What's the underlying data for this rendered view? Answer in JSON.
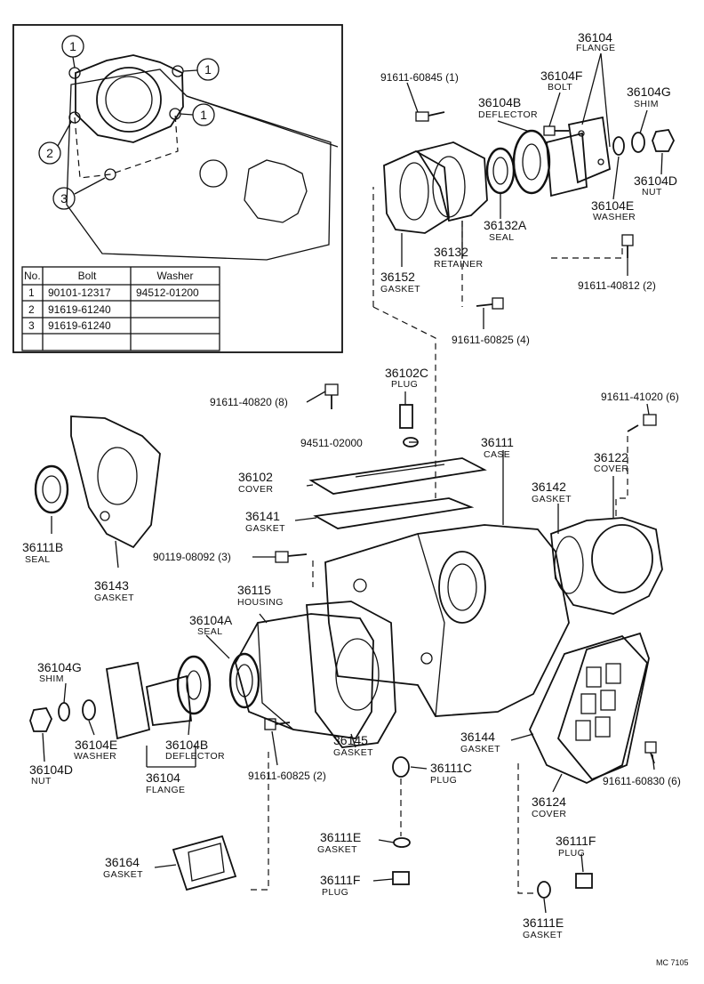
{
  "parts": [
    {
      "id": "p36104",
      "num": "36104",
      "sub": "FLANGE"
    },
    {
      "id": "p36104F",
      "num": "36104F",
      "sub": "BOLT"
    },
    {
      "id": "p36104G_top",
      "num": "36104G",
      "sub": "SHIM"
    },
    {
      "id": "p36104B_top",
      "num": "36104B",
      "sub": "DEFLECTOR"
    },
    {
      "id": "p36104D_top",
      "num": "36104D",
      "sub": "NUT"
    },
    {
      "id": "p36104E_top",
      "num": "36104E",
      "sub": "WASHER"
    },
    {
      "id": "p36132A",
      "num": "36132A",
      "sub": "SEAL"
    },
    {
      "id": "p36132",
      "num": "36132",
      "sub": "RETAINER"
    },
    {
      "id": "p36152",
      "num": "36152",
      "sub": "GASKET"
    },
    {
      "id": "p36102C",
      "num": "36102C",
      "sub": "PLUG"
    },
    {
      "id": "p36111",
      "num": "36111",
      "sub": "CASE"
    },
    {
      "id": "p36122",
      "num": "36122",
      "sub": "COVER"
    },
    {
      "id": "p36102",
      "num": "36102",
      "sub": "COVER"
    },
    {
      "id": "p36141",
      "num": "36141",
      "sub": "GASKET"
    },
    {
      "id": "p36142",
      "num": "36142",
      "sub": "GASKET"
    },
    {
      "id": "p36111B",
      "num": "36111B",
      "sub": "SEAL"
    },
    {
      "id": "p36143",
      "num": "36143",
      "sub": "GASKET"
    },
    {
      "id": "p36115",
      "num": "36115",
      "sub": "HOUSING"
    },
    {
      "id": "p36104A",
      "num": "36104A",
      "sub": "SEAL"
    },
    {
      "id": "p36104G_bot",
      "num": "36104G",
      "sub": "SHIM"
    },
    {
      "id": "p36104E_bot",
      "num": "36104E",
      "sub": "WASHER"
    },
    {
      "id": "p36104B_bot",
      "num": "36104B",
      "sub": "DEFLECTOR"
    },
    {
      "id": "p36104D_bot",
      "num": "36104D",
      "sub": "NUT"
    },
    {
      "id": "p36104_bot",
      "num": "36104",
      "sub": "FLANGE"
    },
    {
      "id": "p36145",
      "num": "36145",
      "sub": "GASKET"
    },
    {
      "id": "p36144",
      "num": "36144",
      "sub": "GASKET"
    },
    {
      "id": "p36111C",
      "num": "36111C",
      "sub": "PLUG"
    },
    {
      "id": "p36124",
      "num": "36124",
      "sub": "COVER"
    },
    {
      "id": "p36111E_mid",
      "num": "36111E",
      "sub": "GASKET"
    },
    {
      "id": "p36111F_mid",
      "num": "36111F",
      "sub": "PLUG"
    },
    {
      "id": "p36111F_right",
      "num": "36111F",
      "sub": "PLUG"
    },
    {
      "id": "p36111E_bot",
      "num": "36111E",
      "sub": "GASKET"
    },
    {
      "id": "p36164",
      "num": "36164",
      "sub": "GASKET"
    }
  ],
  "fasteners": {
    "f1": "91611-60845 (1)",
    "f2": "91611-40812 (2)",
    "f3": "91611-60825 (4)",
    "f4": "91611-40820 (8)",
    "f5": "91611-41020 (6)",
    "f6": "94511-02000",
    "f7": "90119-08092 (3)",
    "f8": "91611-60825 (2)",
    "f9": "91611-60830 (6)"
  },
  "inset": {
    "callouts": [
      "1",
      "1",
      "1",
      "2",
      "3"
    ],
    "table": {
      "headers": [
        "No.",
        "Bolt",
        "Washer"
      ],
      "rows": [
        [
          "1",
          "90101-12317",
          "94512-01200"
        ],
        [
          "2",
          "91619-61240",
          ""
        ],
        [
          "3",
          "91619-61240",
          ""
        ]
      ]
    }
  },
  "ref_code": "MC 7105"
}
